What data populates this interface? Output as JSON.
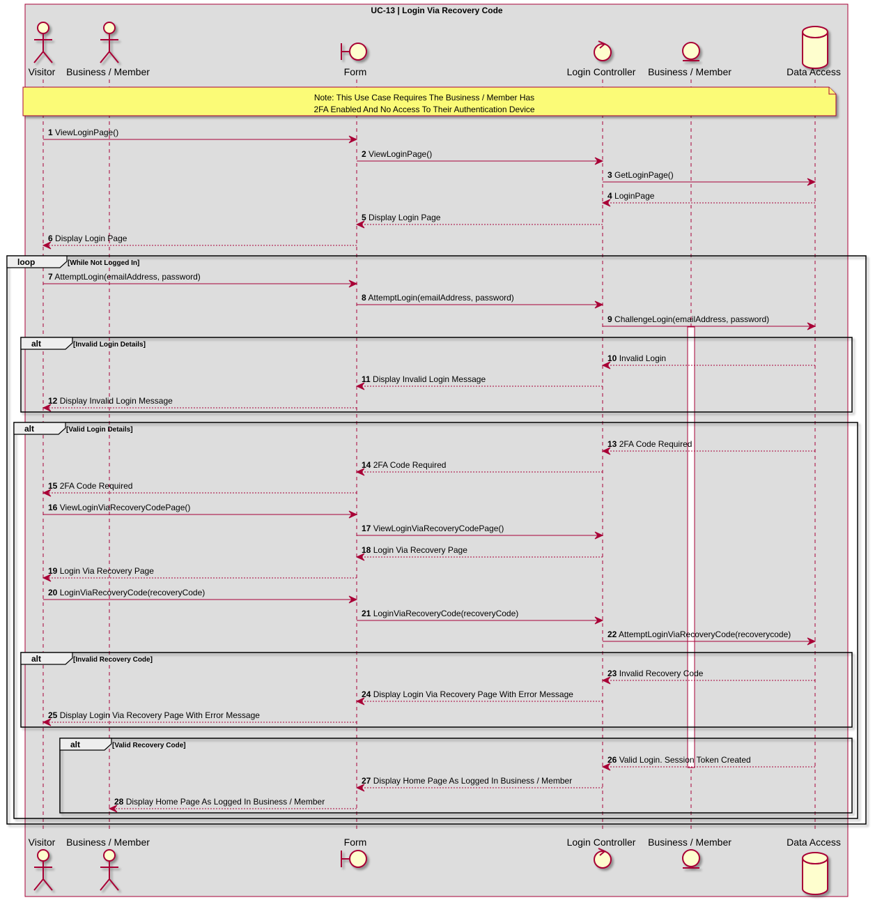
{
  "title": "UC-13 | Login Via Recovery Code",
  "colors": {
    "frame_bg": "#DDDDDD",
    "border": "#A80036",
    "participant_fill": "#FEFECE",
    "note_fill": "#FBFB77",
    "activation_fill": "#FFFFFF"
  },
  "participants": [
    {
      "id": "visitor",
      "label": "Visitor",
      "kind": "actor"
    },
    {
      "id": "bm_actor",
      "label": "Business / Member",
      "kind": "actor"
    },
    {
      "id": "form",
      "label": "Form",
      "kind": "boundary"
    },
    {
      "id": "controller",
      "label": "Login Controller",
      "kind": "control"
    },
    {
      "id": "bm_entity",
      "label": "Business / Member",
      "kind": "entity"
    },
    {
      "id": "data",
      "label": "Data Access",
      "kind": "database"
    }
  ],
  "note": {
    "lines": [
      "Note: This Use Case Requires The Business / Member Has",
      "2FA Enabled And No Access To Their Authentication Device"
    ]
  },
  "messages": [
    {
      "num": "1",
      "text": "ViewLoginPage()",
      "from": "visitor",
      "to": "form",
      "style": "solid"
    },
    {
      "num": "2",
      "text": "ViewLoginPage()",
      "from": "form",
      "to": "controller",
      "style": "solid"
    },
    {
      "num": "3",
      "text": "GetLoginPage()",
      "from": "controller",
      "to": "data",
      "style": "solid"
    },
    {
      "num": "4",
      "text": "LoginPage",
      "from": "data",
      "to": "controller",
      "style": "dashed"
    },
    {
      "num": "5",
      "text": "Display Login Page",
      "from": "controller",
      "to": "form",
      "style": "dashed"
    },
    {
      "num": "6",
      "text": "Display Login Page",
      "from": "form",
      "to": "visitor",
      "style": "dashed"
    },
    {
      "num": "7",
      "text": "AttemptLogin(emailAddress, password)",
      "from": "visitor",
      "to": "form",
      "style": "solid"
    },
    {
      "num": "8",
      "text": "AttemptLogin(emailAddress, password)",
      "from": "form",
      "to": "controller",
      "style": "solid"
    },
    {
      "num": "9",
      "text": "ChallengeLogin(emailAddress, password)",
      "from": "controller",
      "to": "data",
      "style": "solid"
    },
    {
      "num": "10",
      "text": "Invalid Login",
      "from": "data",
      "to": "controller",
      "style": "dashed"
    },
    {
      "num": "11",
      "text": "Display Invalid Login Message",
      "from": "controller",
      "to": "form",
      "style": "dashed"
    },
    {
      "num": "12",
      "text": "Display Invalid Login Message",
      "from": "form",
      "to": "visitor",
      "style": "dashed"
    },
    {
      "num": "13",
      "text": "2FA Code Required",
      "from": "data",
      "to": "controller",
      "style": "dashed"
    },
    {
      "num": "14",
      "text": "2FA Code Required",
      "from": "controller",
      "to": "form",
      "style": "dashed"
    },
    {
      "num": "15",
      "text": "2FA Code Required",
      "from": "form",
      "to": "visitor",
      "style": "dashed"
    },
    {
      "num": "16",
      "text": "ViewLoginViaRecoveryCodePage()",
      "from": "visitor",
      "to": "form",
      "style": "solid"
    },
    {
      "num": "17",
      "text": "ViewLoginViaRecoveryCodePage()",
      "from": "form",
      "to": "controller",
      "style": "solid"
    },
    {
      "num": "18",
      "text": "Login Via Recovery Page",
      "from": "controller",
      "to": "form",
      "style": "dashed"
    },
    {
      "num": "19",
      "text": "Login Via Recovery Page",
      "from": "form",
      "to": "visitor",
      "style": "dashed"
    },
    {
      "num": "20",
      "text": "LoginViaRecoveryCode(recoveryCode)",
      "from": "visitor",
      "to": "form",
      "style": "solid"
    },
    {
      "num": "21",
      "text": "LoginViaRecoveryCode(recoveryCode)",
      "from": "form",
      "to": "controller",
      "style": "solid"
    },
    {
      "num": "22",
      "text": "AttemptLoginViaRecoveryCode(recoverycode)",
      "from": "controller",
      "to": "data",
      "style": "solid"
    },
    {
      "num": "23",
      "text": "Invalid Recovery Code",
      "from": "data",
      "to": "controller",
      "style": "dashed"
    },
    {
      "num": "24",
      "text": "Display Login Via Recovery Page With Error Message",
      "from": "controller",
      "to": "form",
      "style": "dashed"
    },
    {
      "num": "25",
      "text": "Display Login Via Recovery Page With Error Message",
      "from": "form",
      "to": "visitor",
      "style": "dashed"
    },
    {
      "num": "26",
      "text": "Valid Login. Session Token Created",
      "from": "data",
      "to": "controller",
      "style": "dashed"
    },
    {
      "num": "27",
      "text": "Display Home Page As Logged In Business / Member",
      "from": "controller",
      "to": "form",
      "style": "dashed"
    },
    {
      "num": "28",
      "text": "Display Home Page As Logged In Business / Member",
      "from": "form",
      "to": "bm_actor",
      "style": "dashed"
    }
  ],
  "fragments": [
    {
      "keyword": "loop",
      "condition": "[While Not Logged In]"
    },
    {
      "keyword": "alt",
      "condition": "[Invalid Login Details]"
    },
    {
      "keyword": "alt",
      "condition": "[Valid Login Details]"
    },
    {
      "keyword": "alt",
      "condition": "[Invalid Recovery Code]"
    },
    {
      "keyword": "alt",
      "condition": "[Valid Recovery Code]"
    }
  ]
}
